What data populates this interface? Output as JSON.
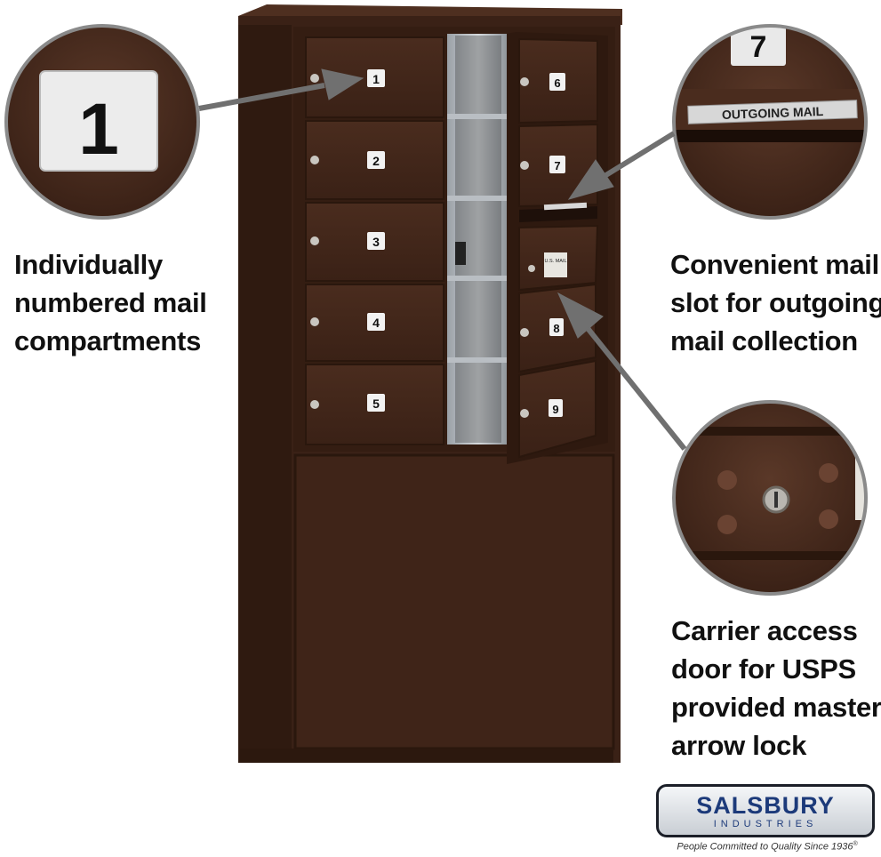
{
  "captions": {
    "left": [
      "Individually",
      "numbered mail",
      "compartments"
    ],
    "right_top": [
      "Convenient mail",
      "slot for outgoing",
      "mail collection"
    ],
    "right_bottom": [
      "Carrier access",
      "door for USPS",
      "provided master",
      "arrow lock"
    ]
  },
  "compartments": {
    "left_column": [
      "1",
      "2",
      "3",
      "4",
      "5"
    ],
    "right_column_upper": [
      "6",
      "7"
    ],
    "right_column_lower": [
      "8",
      "9"
    ]
  },
  "slot_label": "OUTGOING MAIL",
  "carrier_door_label": "U.S. MAIL",
  "zoom_top_left_number": "1",
  "zoom_top_right_number": "7",
  "zoom_top_right_label": "OUTGOING MAIL",
  "brand": {
    "name": "SALSBURY",
    "sub": "INDUSTRIES",
    "tagline": "People Committed to Quality Since 1936"
  },
  "colors": {
    "bronze": "#3f2418",
    "bronze_dark": "#2e190f",
    "bronze_light": "#5a3726",
    "arrow": "#707070"
  }
}
